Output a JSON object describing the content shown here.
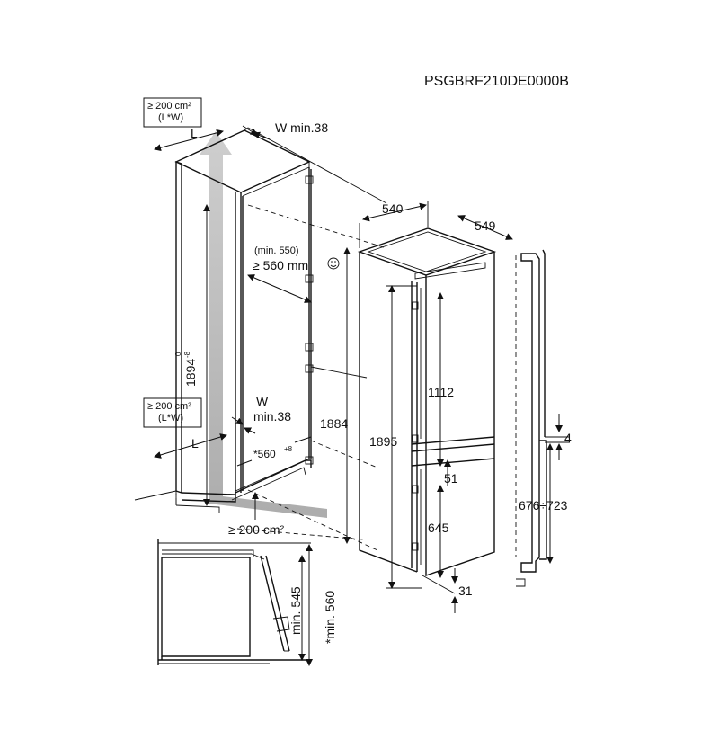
{
  "model_code": "PSGBRF210DE0000B",
  "vent_top": {
    "area": "≥ 200 cm²",
    "unit": "(L*W)",
    "l": "L",
    "w": "W min.38"
  },
  "vent_bottom": {
    "area": "≥ 200 cm²",
    "unit": "(L*W)",
    "l": "L",
    "w": "W",
    "w_min": "min.38"
  },
  "niche": {
    "height_main": "1894",
    "height_sup": "-8",
    "height_sub": "0",
    "depth_min_paren": "(min. 550)",
    "depth": "≥ 560 mm",
    "width_main": "*560",
    "width_sup": "+8",
    "door_height": "1884",
    "floor_vent": "≥ 200 cm²"
  },
  "appliance": {
    "width": "540",
    "depth": "549",
    "height": "1895",
    "upper_height": "1112",
    "gap": "51",
    "lower_height": "645",
    "foot": "31"
  },
  "door_panel": {
    "gap": "4",
    "range": "676÷723"
  },
  "section": {
    "min_a": "min. 545",
    "min_b": "*min. 560"
  },
  "colors": {
    "line": "#111111",
    "vent_arrow": "#bdbdbd",
    "panel_fill": "#f2f2f2"
  }
}
